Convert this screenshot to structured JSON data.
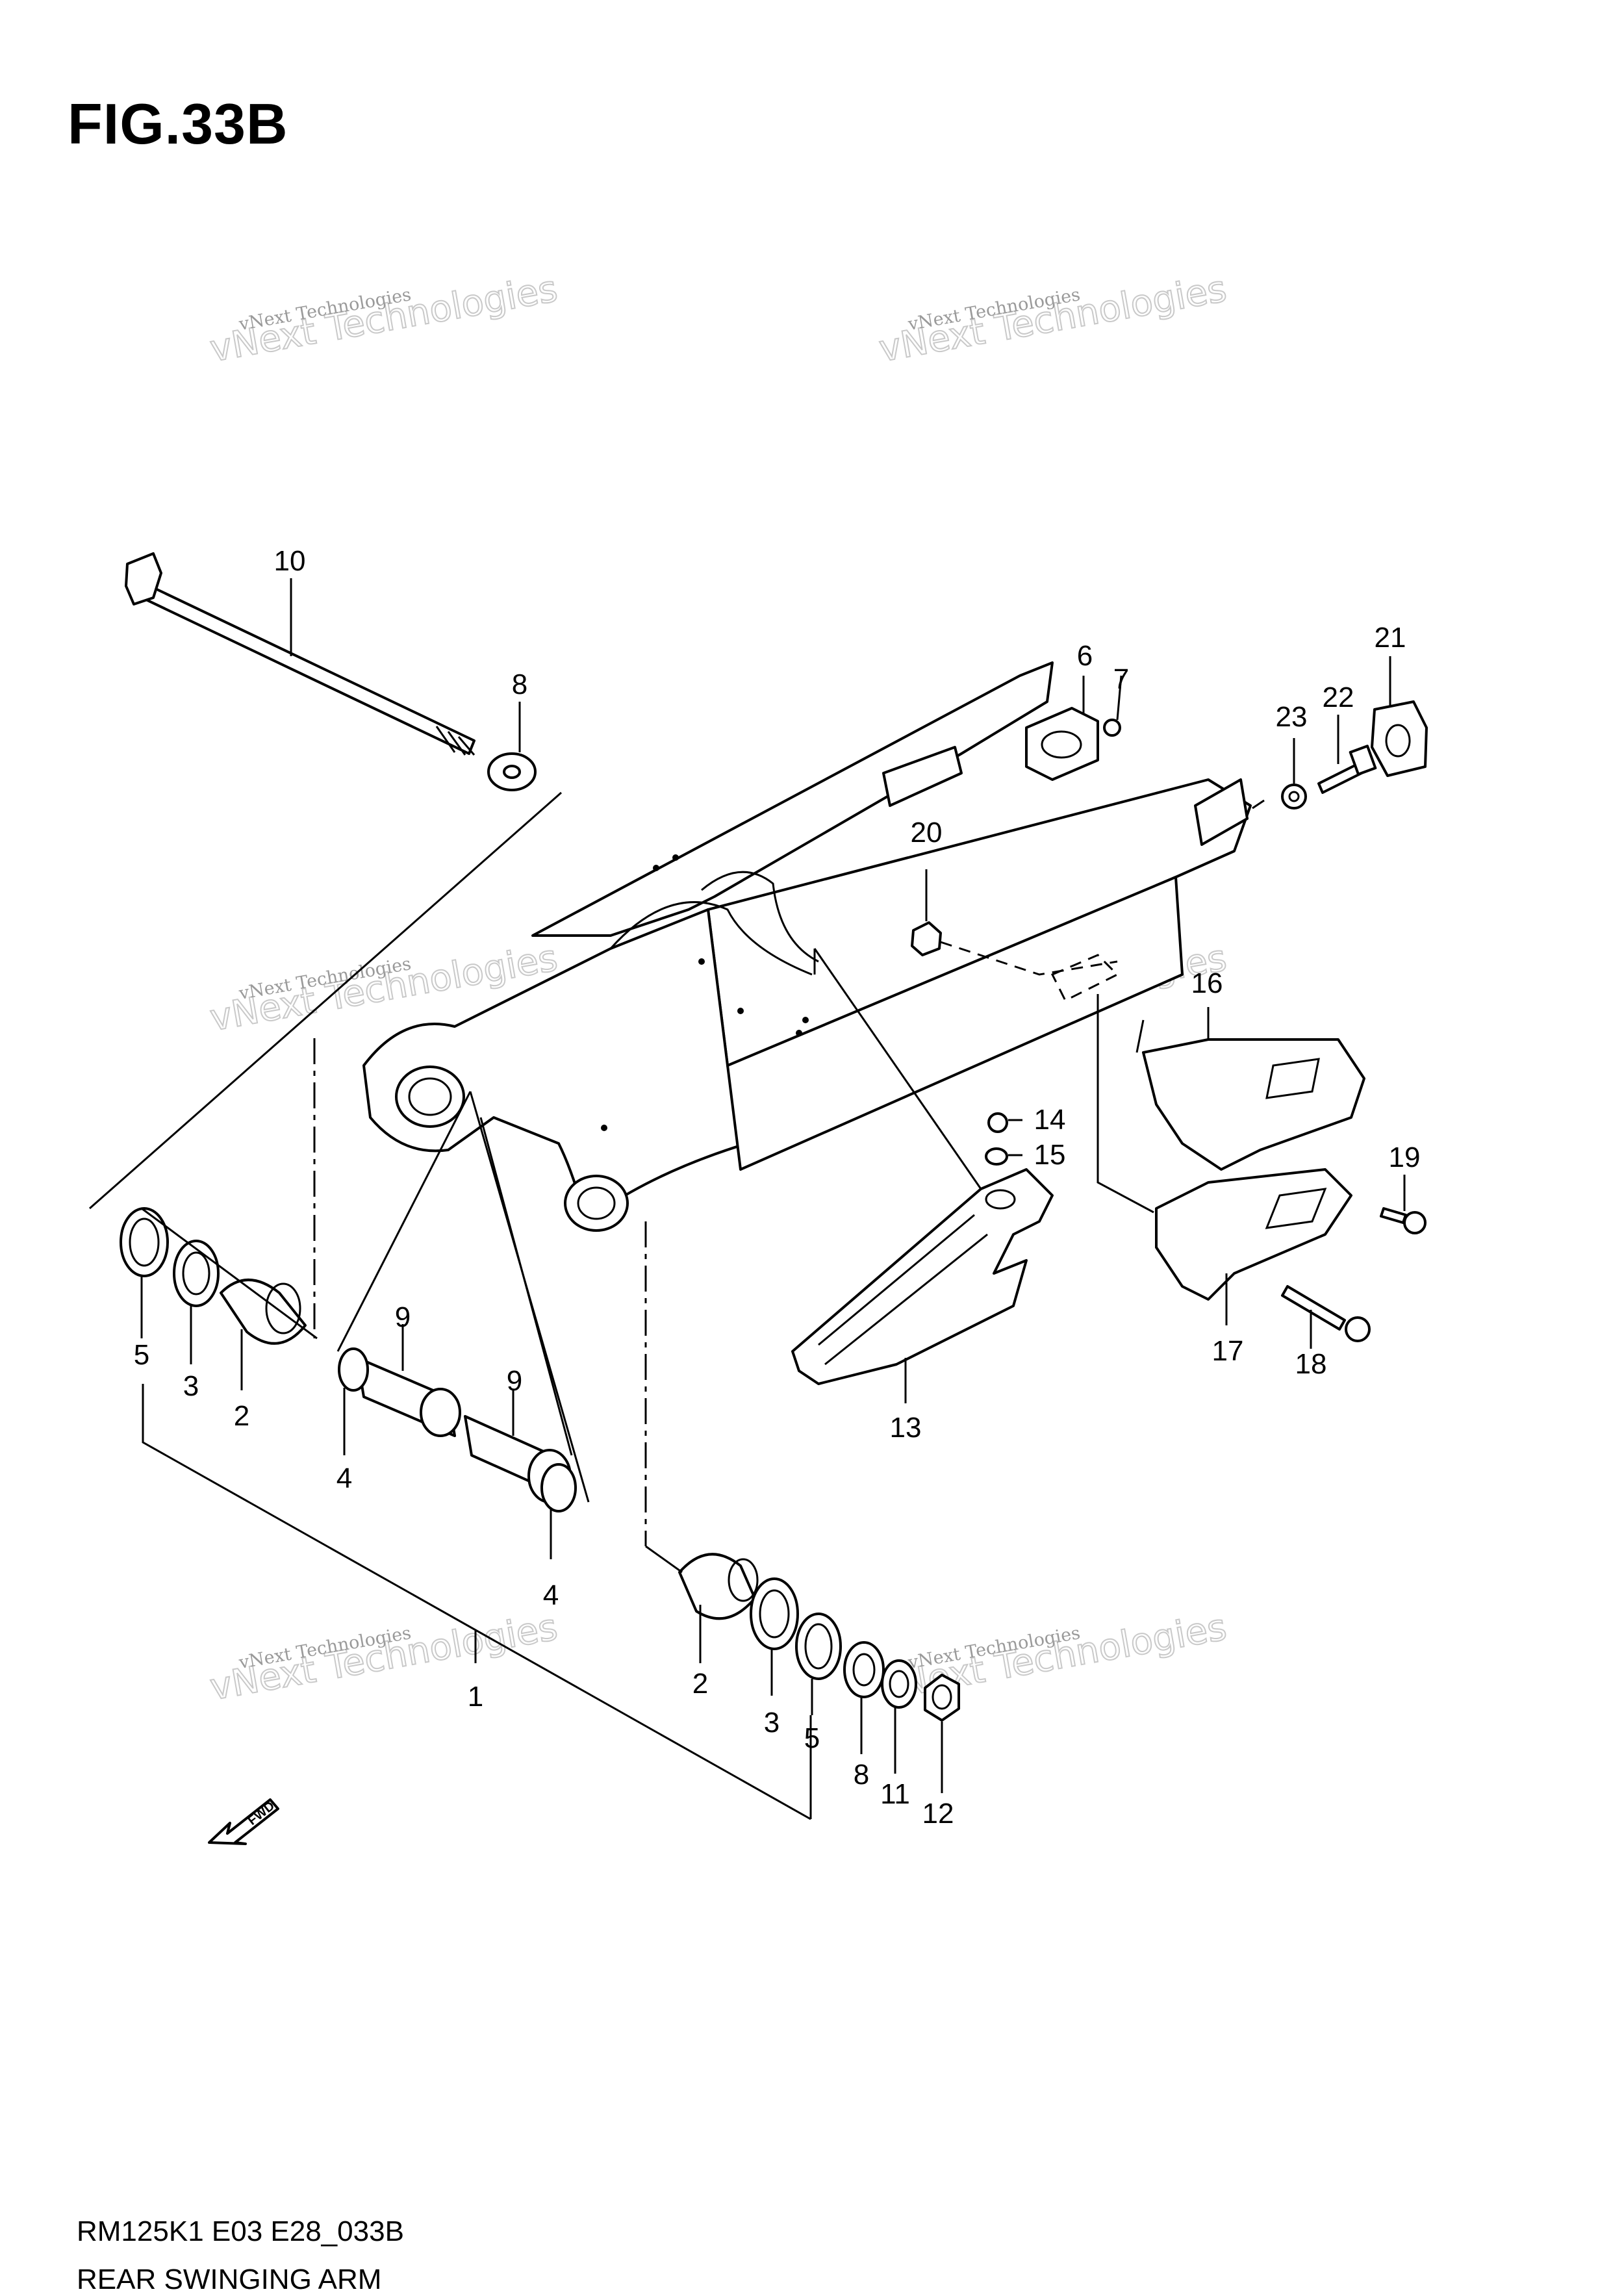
{
  "figure": {
    "title": "FIG.33B",
    "model_code": "RM125K1 E03 E28_033B",
    "name": "REAR SWINGING ARM"
  },
  "watermark": {
    "line_small": "vNext Technologies",
    "line_big": "vNext Technologies"
  },
  "fwd_label": "FWD",
  "callouts": [
    {
      "id": "c10",
      "label": "10"
    },
    {
      "id": "c8a",
      "label": "8"
    },
    {
      "id": "c6",
      "label": "6"
    },
    {
      "id": "c7",
      "label": "7"
    },
    {
      "id": "c21",
      "label": "21"
    },
    {
      "id": "c22",
      "label": "22"
    },
    {
      "id": "c23",
      "label": "23"
    },
    {
      "id": "c20",
      "label": "20"
    },
    {
      "id": "c16",
      "label": "16"
    },
    {
      "id": "c14",
      "label": "14"
    },
    {
      "id": "c15",
      "label": "15"
    },
    {
      "id": "c19",
      "label": "19"
    },
    {
      "id": "c17",
      "label": "17"
    },
    {
      "id": "c18",
      "label": "18"
    },
    {
      "id": "c13",
      "label": "13"
    },
    {
      "id": "c5a",
      "label": "5"
    },
    {
      "id": "c3a",
      "label": "3"
    },
    {
      "id": "c2a",
      "label": "2"
    },
    {
      "id": "c9a",
      "label": "9"
    },
    {
      "id": "c9b",
      "label": "9"
    },
    {
      "id": "c4a",
      "label": "4"
    },
    {
      "id": "c4b",
      "label": "4"
    },
    {
      "id": "c1",
      "label": "1"
    },
    {
      "id": "c2b",
      "label": "2"
    },
    {
      "id": "c3b",
      "label": "3"
    },
    {
      "id": "c5b",
      "label": "5"
    },
    {
      "id": "c8b",
      "label": "8"
    },
    {
      "id": "c11",
      "label": "11"
    },
    {
      "id": "c12",
      "label": "12"
    }
  ]
}
